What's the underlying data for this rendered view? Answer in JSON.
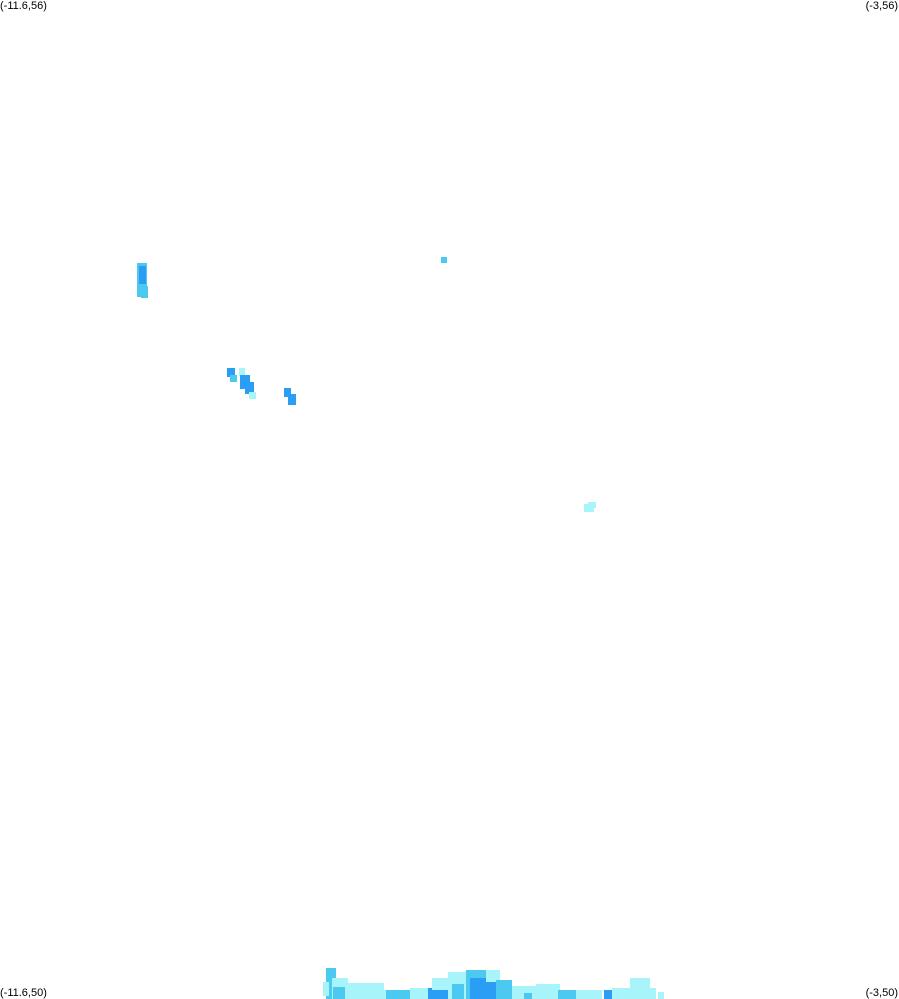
{
  "map": {
    "corners": {
      "top_left": "(-11.6,56)",
      "top_right": "(-3,56)",
      "bottom_left": "(-11.6,50)",
      "bottom_right": "(-3,50)"
    },
    "extent": {
      "lon_min": -11.6,
      "lon_max": -3,
      "lat_min": 50,
      "lat_max": 56
    },
    "colors": {
      "background": "#ffffff",
      "light": "#a8f4fb",
      "mid": "#4cc9f0",
      "dark": "#2a9df4"
    }
  }
}
